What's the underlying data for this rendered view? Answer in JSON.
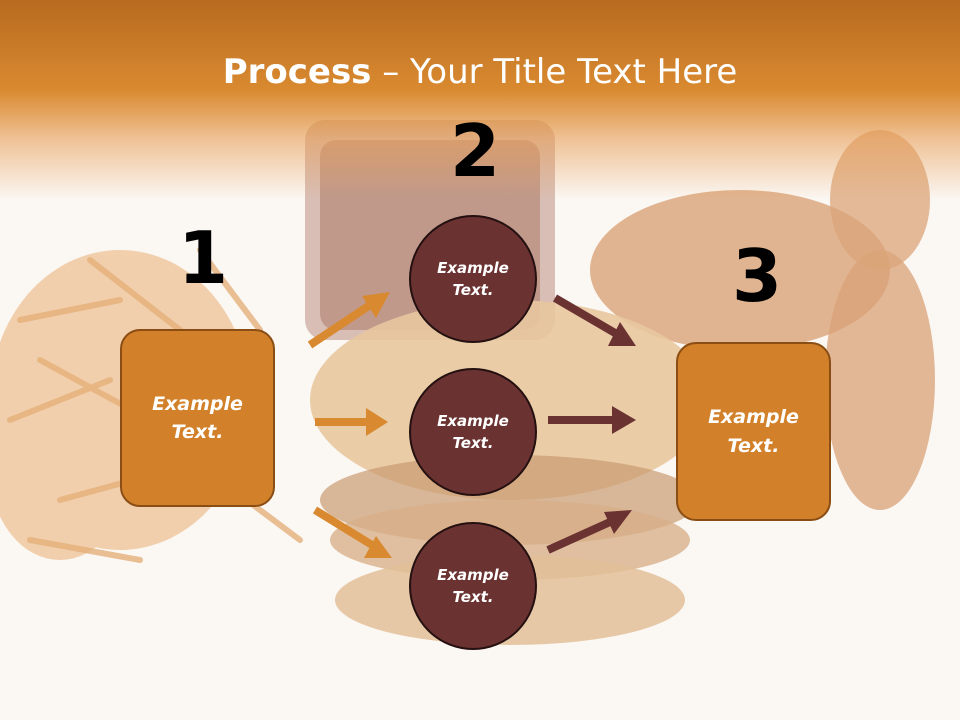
{
  "title": {
    "bold": "Process",
    "rest": " – Your Title Text Here"
  },
  "numbers": [
    "1",
    "2",
    "3"
  ],
  "left_box": {
    "text": "Example\nText."
  },
  "circles": [
    {
      "text": "Example\nText."
    },
    {
      "text": "Example\nText."
    },
    {
      "text": "Example\nText."
    }
  ],
  "right_box": {
    "text": "Example\nText."
  },
  "colors": {
    "orange": "#d2812a",
    "brown": "#6b3232",
    "header": "#c97a2a"
  }
}
